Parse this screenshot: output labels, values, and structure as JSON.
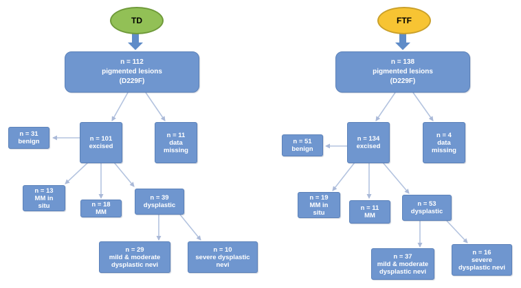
{
  "left": {
    "title": "TD",
    "root": [
      "n = 112",
      "pigmented lesions",
      "(D229F)"
    ],
    "excised": [
      "n = 101",
      "excised"
    ],
    "missing": [
      "n = 11",
      "data",
      "missing"
    ],
    "benign": [
      "n = 31",
      "benign"
    ],
    "mm_in_situ": [
      "n = 13",
      "MM in",
      "situ"
    ],
    "mm": [
      "n = 18",
      "MM"
    ],
    "dysplastic": [
      "n = 39",
      "dysplastic"
    ],
    "mild_moderate": [
      "n = 29",
      "mild & moderate",
      "dysplastic nevi"
    ],
    "severe": [
      "n = 10",
      "severe dysplastic",
      "nevi"
    ]
  },
  "right": {
    "title": "FTF",
    "root": [
      "n = 138",
      "pigmented lesions",
      "(D229F)"
    ],
    "excised": [
      "n = 134",
      "excised"
    ],
    "missing": [
      "n = 4",
      "data",
      "missing"
    ],
    "benign": [
      "n = 51",
      "benign"
    ],
    "mm_in_situ": [
      "n = 19",
      "MM in",
      "situ"
    ],
    "mm": [
      "n = 11",
      "MM"
    ],
    "dysplastic": [
      "n = 53",
      "dysplastic"
    ],
    "mild_moderate": [
      "n = 37",
      "mild & moderate",
      "dysplastic nevi"
    ],
    "severe": [
      "n = 16",
      "severe",
      "dysplastic nevi"
    ]
  },
  "colors": {
    "box_fill": "#6f96cf",
    "td_oval": "#92c056",
    "ftf_oval": "#f7c433",
    "arrow": "#b3c3df"
  }
}
